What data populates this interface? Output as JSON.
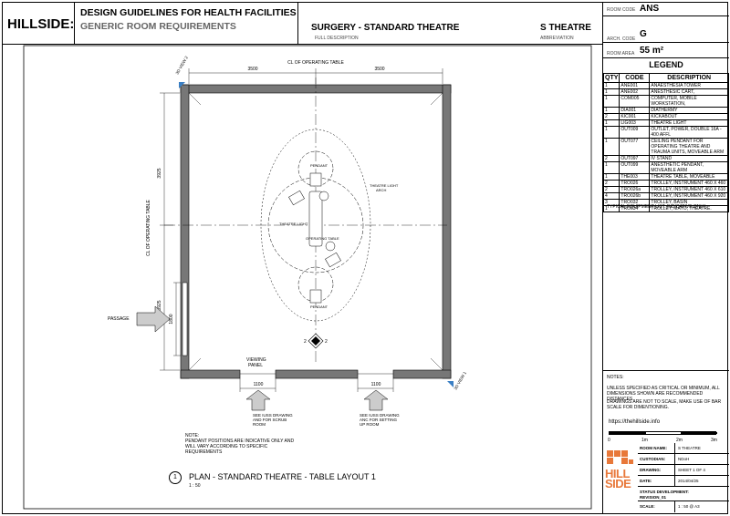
{
  "header": {
    "brand": "HILLSIDE:",
    "title1": "DESIGN GUIDELINES FOR HEALTH FACILITIES",
    "title2": "GENERIC ROOM REQUIREMENTS",
    "room_name": "SURGERY - STANDARD THEATRE",
    "room_name_sub": "FULL DESCRIPTION",
    "room_abbr": "S THEATRE",
    "room_abbr_sub": "ABBREVIATION"
  },
  "room_info": {
    "room_code_label": "ROOM CODE",
    "room_code": "ANS",
    "arch_code_label": "ARCH. CODE",
    "arch_code": "G",
    "room_area_label": "ROOM AREA",
    "room_area": "55 m²"
  },
  "legend": {
    "title": "LEGEND",
    "headers": [
      "QTY",
      "CODE",
      "DESCRIPTION"
    ],
    "rows": [
      [
        "1",
        "ANE001",
        "ANAESTHESIA TOWER"
      ],
      [
        "1",
        "ANE002",
        "ANESTHESIC CART,"
      ],
      [
        "1",
        "COM005",
        "COMPUTER, MOBILE WORKSTATION,"
      ],
      [
        "1",
        "DIA001",
        "DIATHERMY"
      ],
      [
        "2",
        "KIC001",
        "KICKABOUT"
      ],
      [
        "1",
        "LIG003",
        "THEATRE LIGHT"
      ],
      [
        "1",
        "OUT009",
        "OUTLET, POWER, DOUBLE 16A - 400 AFFL"
      ],
      [
        "1",
        "OUT077",
        "CEILING PENDANT FOR OPERATING THEATRE AND TRAUMA UNITS, MOVEABLE ARM"
      ],
      [
        "2",
        "OUT097",
        "IV STAND"
      ],
      [
        "1",
        "OUT099",
        "ANESTHETIC PENDANT, MOVEABLE ARM"
      ],
      [
        "1",
        "THE003",
        "THEATRE TABLE, MOVEABLE"
      ],
      [
        "2",
        "TRO026",
        "TROLLEY, INSTRUMENT 460 X 460"
      ],
      [
        "2",
        "TRO026a",
        "TROLLEY, INSTRUMENT 460 X 610"
      ],
      [
        "4",
        "TRO026b",
        "TROLLEY, INSTRUMENT 460 X 920"
      ],
      [
        "3",
        "TRO032",
        "TROLLEY, BASIN"
      ],
      [
        "1",
        "TRO034",
        "TROLLEY, MAYO, THEATRE."
      ]
    ],
    "note_tag": "NOTE",
    "note": "TYPICAL EQUIPMENT LIST. INDICATIVE ONLY."
  },
  "notes": {
    "heading": "NOTES:",
    "n1": "UNLESS SPECIFIED AS CRITICAL OR MINIMUM, ALL DIMENSIONS SHOWN ARE RECOMMENDED DISTANCES.",
    "n2": "DRAWINGS ARE NOT TO SCALE, MAKE USE OF BAR SCALE FOR DIMENTIONING.",
    "url": "https://thehillside.info",
    "scale_labels": [
      "0",
      "1m",
      "2m",
      "3m"
    ]
  },
  "title_block": {
    "room_name_k": "ROOM NAME:",
    "room_name_v": "S THEATRE",
    "custodian_k": "CUSTODIAN:",
    "custodian_v": "NDoH",
    "drawing_k": "DRAWING:",
    "drawing_v": "SHEET 1 OF 4",
    "date_k": "DATE:",
    "date_v": "2014/04/25",
    "status_k": "STATUS DEVELOPMENT:",
    "status_v": "REVISION_01",
    "scale_k": "SCALE:",
    "scale_v": "1 : 50 @ A3",
    "logo_word1": "HILL",
    "logo_word2": "SIDE"
  },
  "plan": {
    "title": "PLAN - STANDARD THEATRE - TABLE LAYOUT 1",
    "number": "1",
    "scale": "1 : 50",
    "note": "NOTE:\nPENDANT POSITIONS ARE INDICATIVE ONLY AND WILL VARY ACCORDING TO SPECIFIC REQUIREMENTS",
    "dim_3500_a": "3500",
    "dim_3500_b": "3500",
    "cl_top": "CL OF OPERATING TABLE",
    "cl_left": "CL OF OPERATING TABLE",
    "dim_3925_a": "3925",
    "dim_3925_b": "3925",
    "dim_1800": "1800",
    "dim_1100_a": "1100",
    "dim_1100_b": "1100",
    "passage": "PASSAGE",
    "viewing_panel": "VIEWING\nPANEL",
    "pendant_top": "PENDANT",
    "pendant_bottom": "PENDANT",
    "theatre_light": "THEATRE LIGHT",
    "theatre_light_arch": "THEATRE LIGHT\nARCH",
    "operating_table": "OPERATING TABLE",
    "see_scrub": "SEE IUSS DRAWING\nAND FOR SCRUB\nROOM",
    "see_setup": "SEE IUSS DRAWING\nANC FOR SETTING\nUP ROOM",
    "view2": "3D VIEW 2",
    "view1": "3D VIEW 1",
    "section_2a": "2",
    "section_2b": "2"
  }
}
